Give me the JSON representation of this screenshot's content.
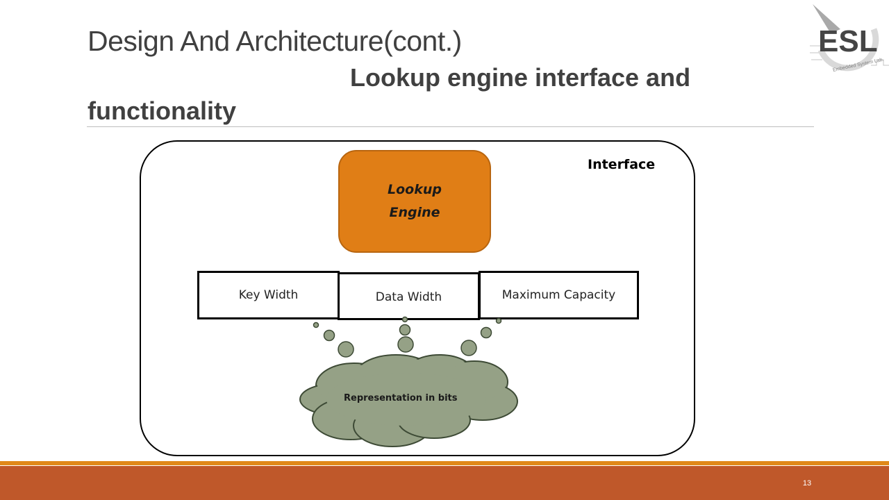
{
  "slide": {
    "title": "Design And Architecture(cont.)",
    "subtitle": "Lookup engine interface and functionality",
    "page_number": "13"
  },
  "diagram": {
    "container_label": "Interface",
    "engine": {
      "line1": "Lookup",
      "line2": "Engine"
    },
    "parameters": [
      "Key Width",
      "Data Width",
      "Maximum Capacity"
    ],
    "cloud_label": "Representation in bits"
  },
  "logo": {
    "text": "ESL",
    "tagline": "Embedded System Lab."
  },
  "colors": {
    "title_text": "#404040",
    "engine_fill": "#e07e16",
    "cloud_fill": "#95a186",
    "cloud_outline": "#3d4a35",
    "footer_line": "#e0891a",
    "footer_bar": "#bf582a"
  }
}
